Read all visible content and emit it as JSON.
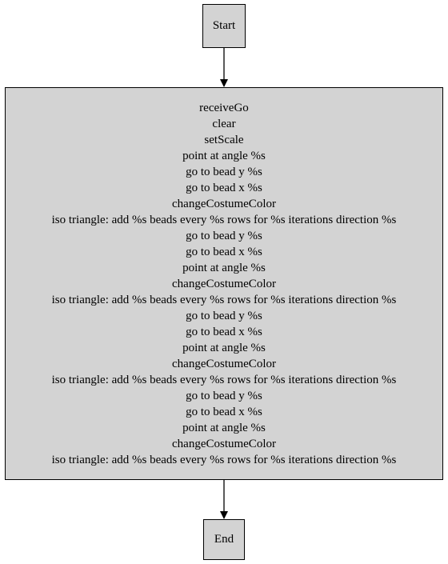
{
  "diagram": {
    "start_label": "Start",
    "end_label": "End",
    "blocks": [
      "receiveGo",
      "clear",
      "setScale",
      "point at angle %s",
      "go to bead y %s",
      "go to bead x %s",
      "changeCostumeColor",
      "iso triangle: add %s beads every %s rows for %s iterations direction %s",
      "go to bead y %s",
      "go to bead x %s",
      "point at angle %s",
      "changeCostumeColor",
      "iso triangle: add %s beads every %s rows for %s iterations direction %s",
      "go to bead y %s",
      "go to bead x %s",
      "point at angle %s",
      "changeCostumeColor",
      "iso triangle: add %s beads every %s rows for %s iterations direction %s",
      "go to bead y %s",
      "go to bead x %s",
      "point at angle %s",
      "changeCostumeColor",
      "iso triangle: add %s beads every %s rows for %s iterations direction %s"
    ]
  },
  "colors": {
    "node_fill": "#d3d3d3",
    "stroke": "#000000",
    "background": "#ffffff"
  }
}
